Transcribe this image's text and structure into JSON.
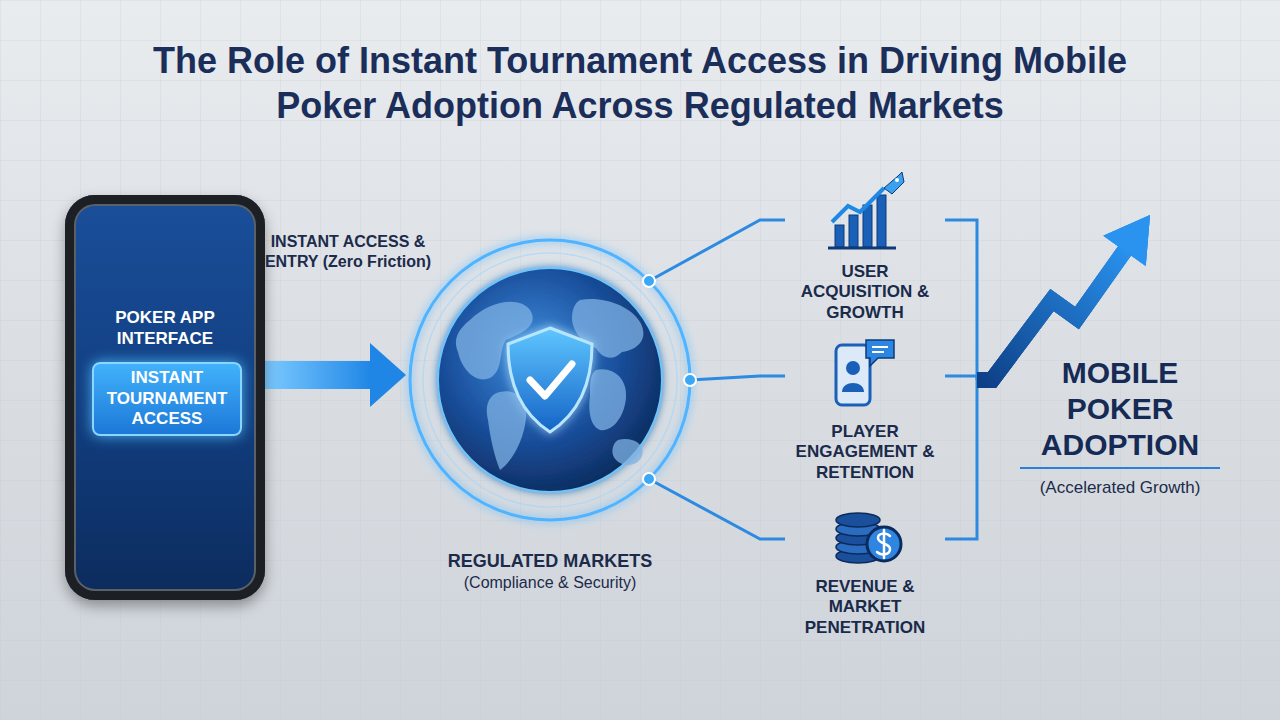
{
  "diagram": {
    "title": "The Role of Instant Tournament Access in Driving Mobile Poker Adoption Across Regulated Markets",
    "nodes": [
      {
        "text": [
          "POKER APP INTERFACE"
        ]
      },
      {
        "text": [
          "INSTANT TOURNAMENT ACCESS"
        ],
        "in": 0
      },
      {
        "text": [
          "REGULATED MARKETS",
          "(Compliance & Security)"
        ]
      },
      {
        "text": [
          "USER ACQUISITION & GROWTH"
        ]
      },
      {
        "text": [
          "PLAYER ENGAGEMENT & RETENTION"
        ]
      },
      {
        "text": [
          "REVENUE & MARKET PENETRATION"
        ]
      },
      {
        "text": [
          "MOBILE POKER ADOPTION",
          "(Accelerated Growth)"
        ]
      }
    ],
    "edges": [
      {
        "from": 0,
        "to": 2,
        "label": "INSTANT ACCESS & ENTRY (Zero Friction)",
        "arrow": "to"
      },
      {
        "from": 2,
        "to": 3,
        "arrow": "none"
      },
      {
        "from": 2,
        "to": 4,
        "arrow": "none"
      },
      {
        "from": 2,
        "to": 5,
        "arrow": "none"
      },
      {
        "from": 3,
        "to": 6,
        "arrow": "to"
      },
      {
        "from": 4,
        "to": 6,
        "arrow": "to"
      },
      {
        "from": 5,
        "to": 6,
        "arrow": "to"
      }
    ]
  }
}
